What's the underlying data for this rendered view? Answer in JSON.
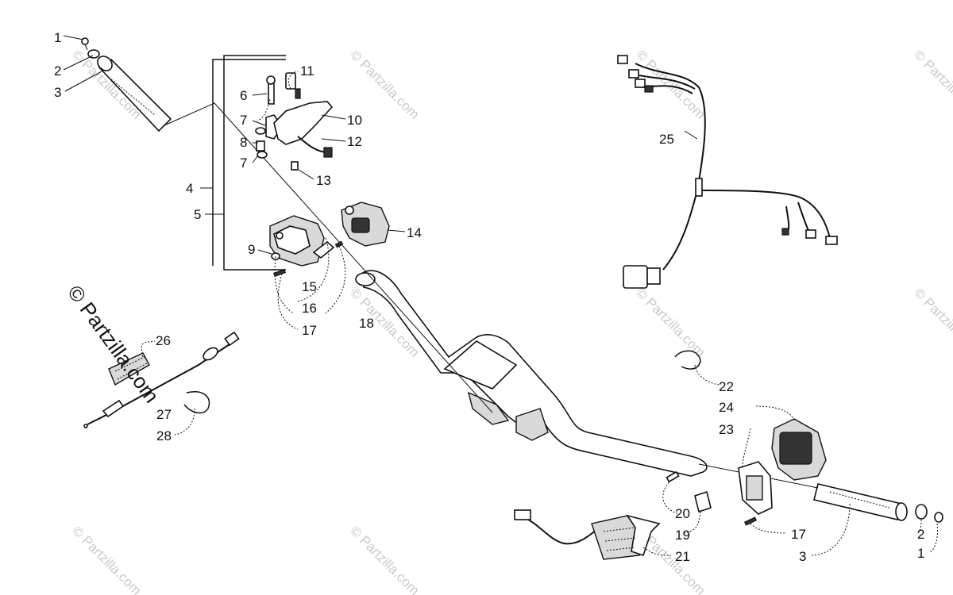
{
  "callouts": {
    "c1a": "1",
    "c2a": "2",
    "c3a": "3",
    "c4": "4",
    "c5": "5",
    "c6": "6",
    "c7a": "7",
    "c7b": "7",
    "c8": "8",
    "c9": "9",
    "c10": "10",
    "c11": "11",
    "c12": "12",
    "c13": "13",
    "c14": "14",
    "c15": "15",
    "c16": "16",
    "c17a": "17",
    "c18": "18",
    "c25": "25",
    "c26": "26",
    "c27": "27",
    "c28": "28",
    "c22": "22",
    "c24": "24",
    "c23": "23",
    "c20": "20",
    "c19": "19",
    "c21": "21",
    "c17b": "17",
    "c3b": "3",
    "c2b": "2",
    "c1b": "1"
  },
  "watermark": {
    "main": "© Partzilla.com",
    "faint": "© Partzilla.com"
  }
}
